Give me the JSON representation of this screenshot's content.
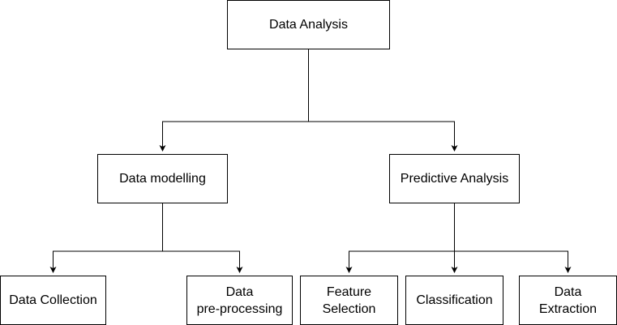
{
  "diagram": {
    "nodes": {
      "root": {
        "lines": [
          "Data Analysis"
        ]
      },
      "modelling": {
        "lines": [
          "Data modelling"
        ]
      },
      "predictive": {
        "lines": [
          "Predictive Analysis"
        ]
      },
      "collection": {
        "lines": [
          "Data Collection"
        ]
      },
      "preprocessing": {
        "lines": [
          "Data",
          "pre-processing"
        ]
      },
      "feature_selection": {
        "lines": [
          "Feature",
          "Selection"
        ]
      },
      "classification": {
        "lines": [
          "Classification"
        ]
      },
      "extraction": {
        "lines": [
          "Data",
          "Extraction"
        ]
      }
    },
    "edges": [
      {
        "from": "root",
        "to": "modelling"
      },
      {
        "from": "root",
        "to": "predictive"
      },
      {
        "from": "modelling",
        "to": "collection"
      },
      {
        "from": "modelling",
        "to": "preprocessing"
      },
      {
        "from": "predictive",
        "to": "feature_selection"
      },
      {
        "from": "predictive",
        "to": "classification"
      },
      {
        "from": "predictive",
        "to": "extraction"
      }
    ],
    "colors": {
      "stroke": "#000000",
      "fill": "#ffffff",
      "text": "#000000"
    }
  }
}
